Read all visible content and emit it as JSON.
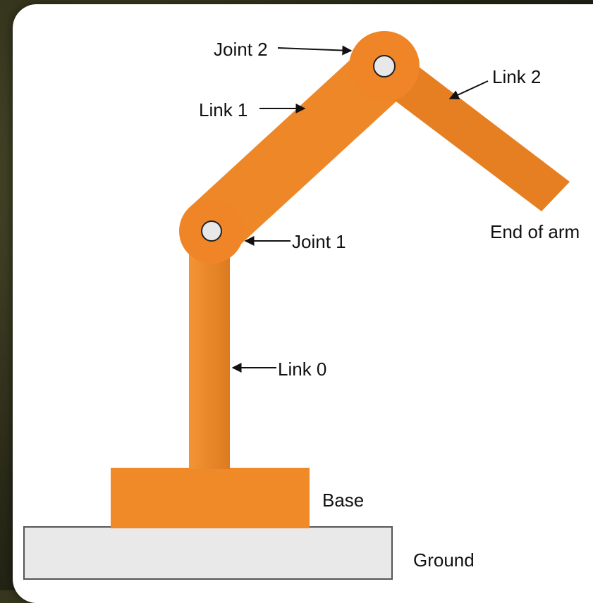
{
  "labels": {
    "joint2": "Joint 2",
    "link1": "Link 1",
    "link2": "Link 2",
    "end_of_arm": "End of arm",
    "joint1": "Joint 1",
    "link0": "Link 0",
    "base": "Base",
    "ground": "Ground"
  },
  "colors": {
    "arm": "#f0892a",
    "arm_dark": "#d9731c",
    "joint": "#ef8526",
    "pin": "#e6e6e6",
    "ground": "#e9e9e9",
    "text": "#111111"
  }
}
